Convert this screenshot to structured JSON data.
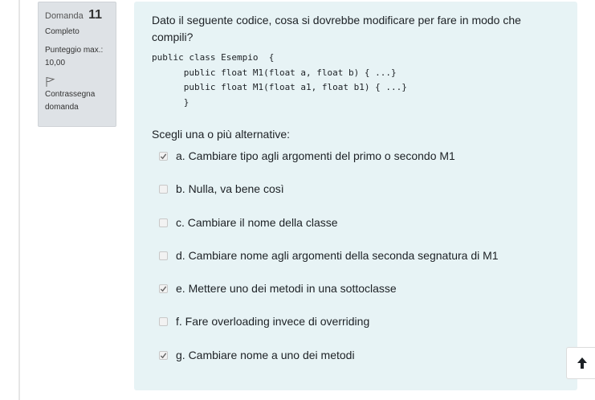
{
  "info": {
    "question_label": "Domanda",
    "question_number": "11",
    "state": "Completo",
    "grade_label": "Punteggio max.:",
    "grade_value": "10,00",
    "flag_label": "Contrassegna domanda"
  },
  "question": {
    "text": "Dato il seguente codice, cosa si dovrebbe modificare per fare in modo che compili?",
    "code_lines": [
      "public class Esempio  {",
      "      public float M1(float a, float b) { ...}",
      "      public float M1(float a1, float b1) { ...}",
      "      }"
    ],
    "prompt": "Scegli una o più alternative:"
  },
  "answers": [
    {
      "text": "a. Cambiare tipo agli argomenti del primo o secondo M1",
      "checked": true
    },
    {
      "text": "b. Nulla, va bene così",
      "checked": false
    },
    {
      "text": "c.  Cambiare il nome della classe",
      "checked": false
    },
    {
      "text": "d. Cambiare nome agli argomenti della seconda segnatura di M1",
      "checked": false
    },
    {
      "text": "e. Mettere uno dei metodi in una sottoclasse",
      "checked": true
    },
    {
      "text": "f. Fare overloading invece di overriding",
      "checked": false
    },
    {
      "text": "g. Cambiare nome a uno dei metodi",
      "checked": true
    }
  ],
  "icons": {
    "flag": "flag-icon",
    "check": "check-icon",
    "scroll_top": "arrow-up-icon"
  }
}
